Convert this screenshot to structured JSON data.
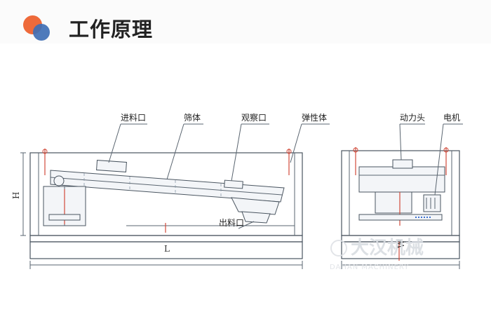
{
  "header": {
    "title": "工作原理",
    "logo_colors": {
      "orange": "#ee6a3a",
      "blue": "#3f6fb5"
    }
  },
  "diagram": {
    "labels": {
      "feed_inlet": "进料口",
      "screen_body": "筛体",
      "inspection_port": "观察口",
      "elastic_body": "弹性体",
      "power_head": "动力头",
      "motor": "电机",
      "discharge": "出料口"
    },
    "dimensions": {
      "height": "H",
      "length": "L",
      "width": "W"
    }
  }
}
